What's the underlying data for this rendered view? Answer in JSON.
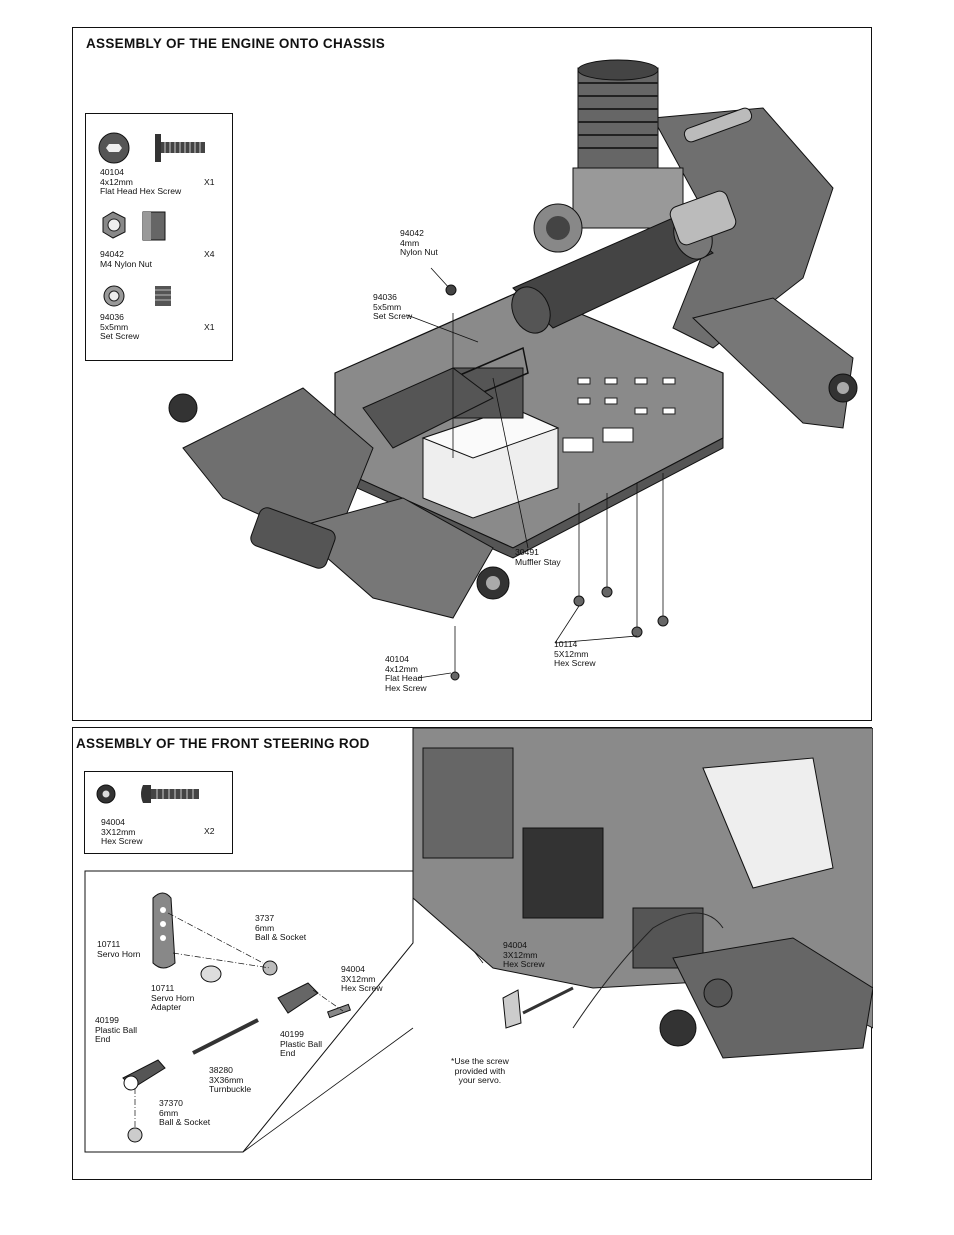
{
  "section1": {
    "title": "ASSEMBLY OF THE ENGINE ONTO CHASSIS",
    "parts": [
      {
        "number": "40104",
        "lines": [
          "4x12mm",
          "Flat Head Hex Screw"
        ],
        "qty": "X1"
      },
      {
        "number": "94042",
        "lines": [
          "M4 Nylon Nut"
        ],
        "qty": "X4"
      },
      {
        "number": "94036",
        "lines": [
          "5x5mm",
          "Set Screw"
        ],
        "qty": "X1"
      }
    ],
    "callouts": {
      "nylon_nut": [
        "94042",
        "4mm",
        "Nylon Nut"
      ],
      "set_screw": [
        "94036",
        "5x5mm",
        "Set Screw"
      ],
      "muffler_stay": [
        "30491",
        "Muffler Stay"
      ],
      "hex_screw": [
        "10114",
        "5X12mm",
        "Hex Screw"
      ],
      "flat_head": [
        "40104",
        "4x12mm",
        "Flat Head",
        "Hex Screw"
      ]
    }
  },
  "section2": {
    "title": "ASSEMBLY OF THE FRONT STEERING ROD",
    "parts": [
      {
        "number": "94004",
        "lines": [
          "3X12mm",
          "Hex Screw"
        ],
        "qty": "X2"
      }
    ],
    "callouts": {
      "servo_horn": [
        "10711",
        "Servo Horn"
      ],
      "ball_socket_a": [
        "3737",
        "6mm",
        "Ball & Socket"
      ],
      "horn_adapter": [
        "10711",
        "Servo Horn",
        "Adapter"
      ],
      "hex_screw_a": [
        "94004",
        "3X12mm",
        "Hex Screw"
      ],
      "ball_end_a": [
        "40199",
        "Plastic Ball",
        "End"
      ],
      "ball_end_b": [
        "40199",
        "Plastic Ball",
        "End"
      ],
      "turnbuckle": [
        "38280",
        "3X36mm",
        "Turnbuckle"
      ],
      "ball_socket_b": [
        "37370",
        "6mm",
        "Ball & Socket"
      ],
      "hex_screw_b": [
        "94004",
        "3X12mm",
        "Hex Screw"
      ],
      "note": [
        "*Use the screw",
        "provided with",
        "your servo."
      ]
    }
  }
}
